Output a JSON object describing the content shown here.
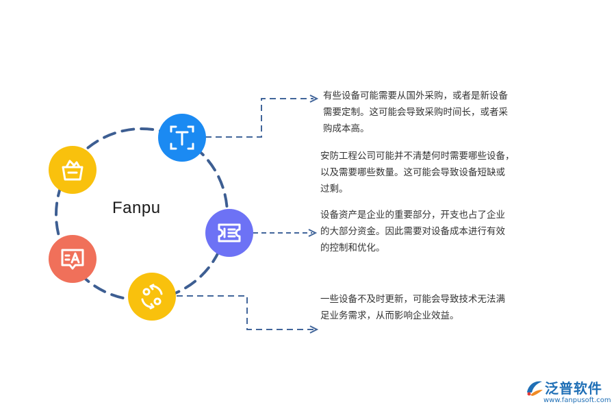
{
  "diagram": {
    "center_label": "Fanpu",
    "nodes": [
      {
        "icon": "text-frame-icon",
        "color": "#1b8af2"
      },
      {
        "icon": "basket-icon",
        "color": "#f9c10d"
      },
      {
        "icon": "list-card-icon",
        "color": "#6d72f5"
      },
      {
        "icon": "translate-message-icon",
        "color": "#f0705a"
      },
      {
        "icon": "cycle-arrows-icon",
        "color": "#f9c10d"
      }
    ],
    "connector_color": "#41659a",
    "ring_color": "#3d5e92"
  },
  "text_blocks": [
    {
      "lines": [
        "有些设备可能需要从国外采购，或者是新设备",
        "需要定制。这可能会导致采购时间长，或者采",
        "购成本高。"
      ]
    },
    {
      "lines": [
        "安防工程公司可能并不清楚何时需要哪些设备，",
        "以及需要哪些数量。这可能会导致设备短缺或",
        "过剩。"
      ]
    },
    {
      "lines": [
        "设备资产是企业的重要部分，开支也占了企业",
        "的大部分资金。因此需要对设备成本进行有效",
        "的控制和优化。"
      ]
    },
    {
      "lines": [
        "一些设备不及时更新，可能会导致技术无法满",
        "足业务需求，从而影响企业效益。"
      ]
    }
  ],
  "logo": {
    "name": "泛普软件",
    "url": "www.fanpusoft.com",
    "color": "#1f6fb6"
  }
}
